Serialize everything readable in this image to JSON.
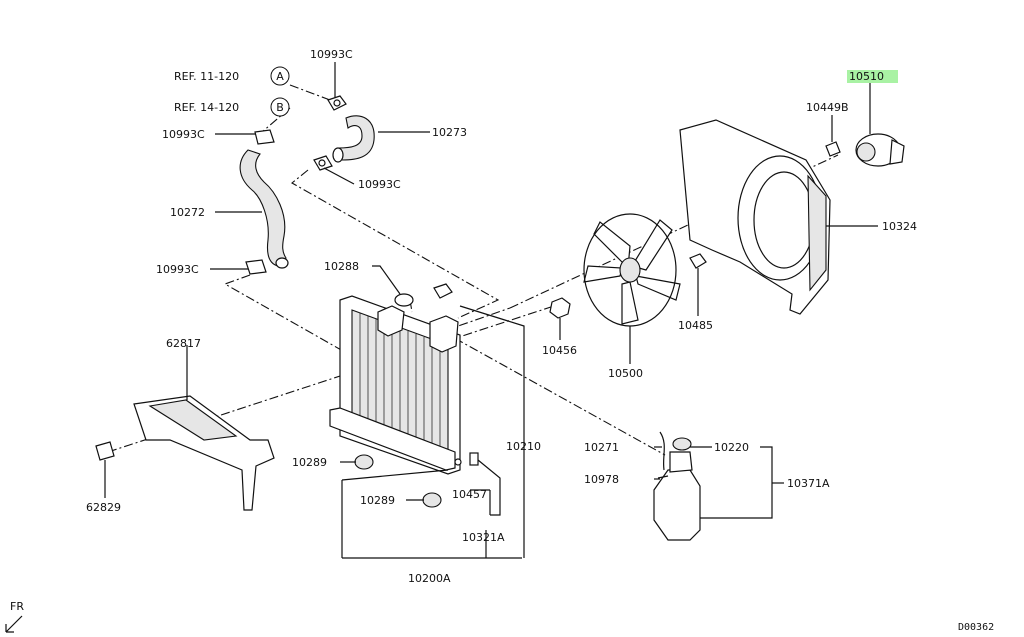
{
  "diagram_code": "D00362",
  "front_marker": "FR",
  "references": [
    {
      "text": "REF. 11-120",
      "circle": "A"
    },
    {
      "text": "REF. 14-120",
      "circle": "B"
    }
  ],
  "highlight_color": "#a9f2a4",
  "labels": {
    "p10993c_a": "10993C",
    "p10993c_b": "10993C",
    "p10993c_c": "10993C",
    "p10993c_d": "10993C",
    "p10273": "10273",
    "p10272": "10272",
    "p10288": "10288",
    "p62817": "62817",
    "p62829": "62829",
    "p10289_a": "10289",
    "p10289_b": "10289",
    "p10457": "10457",
    "p10321a": "10321A",
    "p10200a": "10200A",
    "p10210": "10210",
    "p10456": "10456",
    "p10500": "10500",
    "p10485": "10485",
    "p10510": "10510",
    "p10449b": "10449B",
    "p10324": "10324",
    "p10271": "10271",
    "p10978": "10978",
    "p10220": "10220",
    "p10371a": "10371A"
  }
}
